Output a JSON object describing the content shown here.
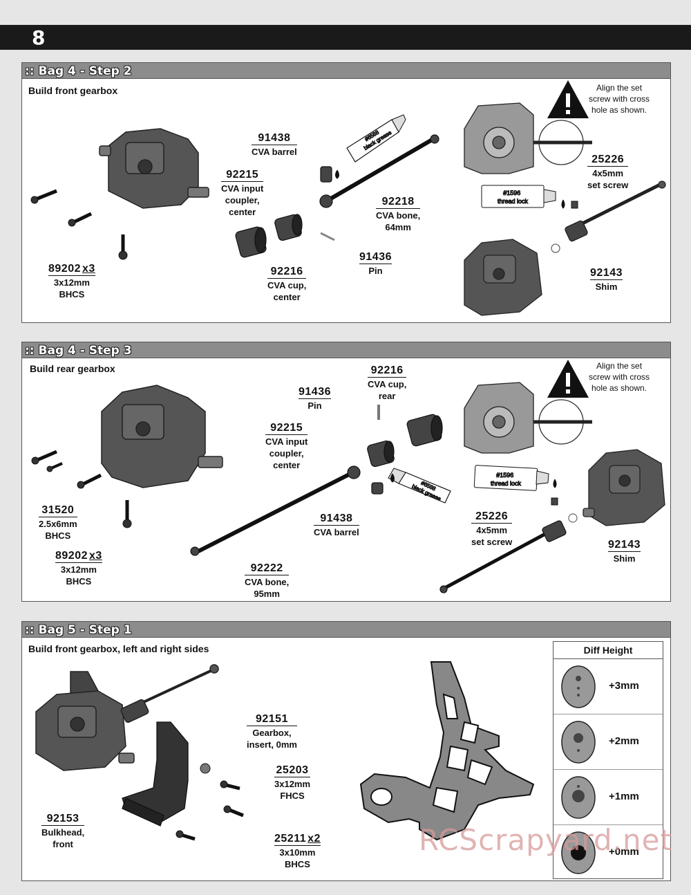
{
  "page": {
    "number": "8"
  },
  "step1": {
    "title": ":: Bag 4 - Step 2",
    "subtitle": "Build front gearbox",
    "note": [
      "Align the set",
      "screw with cross",
      "hole as shown."
    ],
    "grease_label": [
      "#6588",
      "black grease"
    ],
    "lock_label": [
      "#1596",
      "thread lock"
    ],
    "parts": [
      {
        "num": "91438",
        "desc": [
          "CVA barrel"
        ]
      },
      {
        "num": "92215",
        "desc": [
          "CVA input",
          "coupler,",
          "center"
        ]
      },
      {
        "num": "92218",
        "desc": [
          "CVA bone,",
          "64mm"
        ]
      },
      {
        "num": "91436",
        "desc": [
          "Pin"
        ]
      },
      {
        "num": "92216",
        "desc": [
          "CVA cup,",
          "center"
        ]
      },
      {
        "num": "89202",
        "qty": "x3",
        "desc": [
          "3x12mm",
          "BHCS"
        ]
      },
      {
        "num": "25226",
        "desc": [
          "4x5mm",
          "set screw"
        ]
      },
      {
        "num": "92143",
        "desc": [
          "Shim"
        ]
      }
    ]
  },
  "step2": {
    "title": ":: Bag 4 - Step 3",
    "subtitle": "Build rear gearbox",
    "note": [
      "Align the set",
      "screw with cross",
      "hole as shown."
    ],
    "grease_label": [
      "#6588",
      "black grease"
    ],
    "lock_label": [
      "#1596",
      "thread lock"
    ],
    "parts": [
      {
        "num": "92216",
        "desc": [
          "CVA cup,",
          "rear"
        ]
      },
      {
        "num": "91436",
        "desc": [
          "Pin"
        ]
      },
      {
        "num": "92215",
        "desc": [
          "CVA input",
          "coupler,",
          "center"
        ]
      },
      {
        "num": "31520",
        "desc": [
          "2.5x6mm",
          "BHCS"
        ]
      },
      {
        "num": "89202",
        "qty": "x3",
        "desc": [
          "3x12mm",
          "BHCS"
        ]
      },
      {
        "num": "91438",
        "desc": [
          "CVA barrel"
        ]
      },
      {
        "num": "92222",
        "desc": [
          "CVA bone,",
          "95mm"
        ]
      },
      {
        "num": "25226",
        "desc": [
          "4x5mm",
          "set screw"
        ]
      },
      {
        "num": "92143",
        "desc": [
          "Shim"
        ]
      }
    ]
  },
  "step3": {
    "title": ":: Bag 5 - Step 1",
    "subtitle": "Build front gearbox, left and right sides",
    "parts": [
      {
        "num": "92151",
        "desc": [
          "Gearbox,",
          "insert, 0mm"
        ]
      },
      {
        "num": "25203",
        "desc": [
          "3x12mm",
          "FHCS"
        ]
      },
      {
        "num": "92153",
        "desc": [
          "Bulkhead,",
          "front"
        ]
      },
      {
        "num": "25211",
        "qty": "x2",
        "desc": [
          "3x10mm",
          "BHCS"
        ]
      }
    ],
    "diff_height": {
      "title": "Diff Height",
      "rows": [
        "+3mm",
        "+2mm",
        "+1mm",
        "+0mm"
      ]
    }
  },
  "watermark": "RCScrapyard.net"
}
